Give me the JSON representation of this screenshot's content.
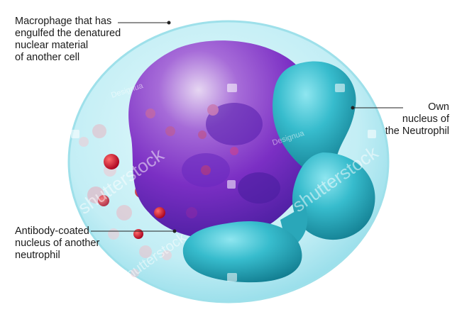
{
  "labels": {
    "macrophage": [
      "Macrophage that has",
      "engulfed the denatured",
      "nuclear material",
      "of another cell"
    ],
    "own_nucleus": [
      "Own",
      "nucleus of",
      "the Neutrophil"
    ],
    "antibody": [
      "Antibody-coated",
      "nucleus of another",
      "neutrophil"
    ]
  },
  "watermarks": {
    "brand": "shutterstock",
    "author": "Designua"
  },
  "colors": {
    "cytoplasm": "#bfeef5",
    "cytoplasm_edge": "#6fd0e0",
    "macrophage": "#7b2fc4",
    "macrophage_dark": "#4a1ea0",
    "nucleus": "#2fb5c6",
    "nucleus_dark": "#137f92",
    "granule_red": "#c8102e"
  }
}
